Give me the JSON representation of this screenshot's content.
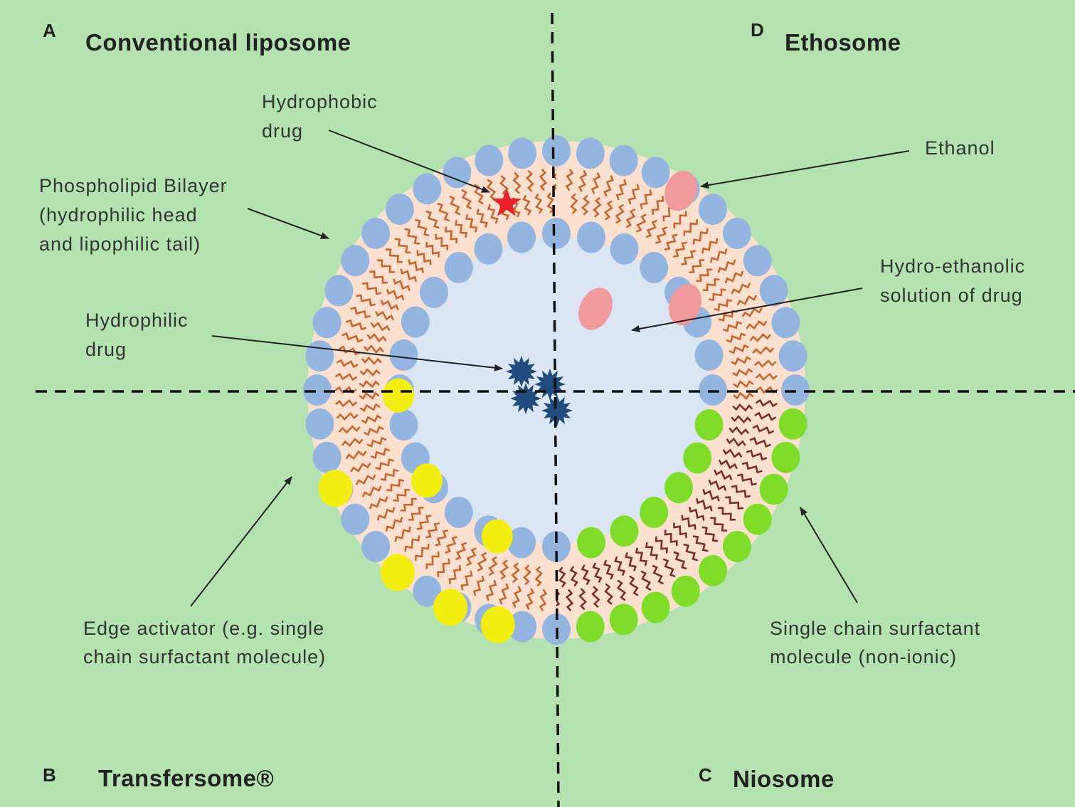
{
  "colors": {
    "background": "#b5e2b1",
    "phospholipid_head": "#93b5e0",
    "bilayer_fill": "#fbe0cf",
    "core_fill": "#dbe5f3",
    "lipid_tail": "#c8662e",
    "surfactant_tail": "#7a2e2e",
    "edge_activator_head": "#f2ee10",
    "niosome_head": "#7fdd2a",
    "ethanol": "#f09a9d",
    "hydrophobic_drug": "#e8232a",
    "hydrophilic_drug": "#214a7d"
  },
  "quadrants": {
    "a": {
      "letter": "A",
      "title": "Conventional liposome"
    },
    "d": {
      "letter": "D",
      "title": "Ethosome"
    },
    "b": {
      "letter": "B",
      "title": "Transfersome®"
    },
    "c": {
      "letter": "C",
      "title": "Niosome"
    }
  },
  "callouts": {
    "hydrophobic_drug": [
      "Hydrophobic",
      "drug"
    ],
    "phospholipid_bilayer": [
      "Phospholipid  Bilayer",
      "(hydrophilic  head",
      "and lipophilic  tail)"
    ],
    "hydrophilic_drug": [
      "Hydrophilic",
      "drug"
    ],
    "ethanol": [
      "Ethanol"
    ],
    "hydro_ethanolic": [
      "Hydro-ethanolic",
      "solution of drug"
    ],
    "edge_activator": [
      "Edge  activator (e.g.  single",
      "chain  surfactant  molecule)"
    ],
    "single_chain_surfactant": [
      "Single  chain  surfactant",
      "molecule  (non-ionic)"
    ]
  },
  "icons": {
    "hydrophobic_drug": "red-star-icon",
    "hydrophilic_drug": "dark-blue-spiky-particle-icon",
    "ethanol": "pink-ellipse-icon"
  }
}
